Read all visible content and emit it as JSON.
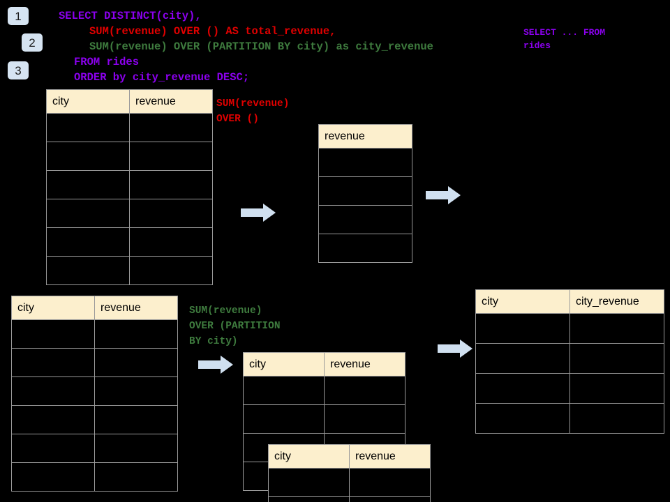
{
  "meta": {
    "background_color": "#000000",
    "header_fill": "#FCEFCD",
    "cell_fill": "#000000",
    "border_color": "#9a9a9a",
    "arrow_color": "#D0E0F0",
    "badge_color": "#D6E4F2",
    "purple": "#8B00EE",
    "red": "#E00000",
    "green": "#3E7B3E"
  },
  "badges": [
    {
      "label": "1"
    },
    {
      "label": "2"
    },
    {
      "label": "3"
    }
  ],
  "query": {
    "line1": "SELECT DISTINCT(city),",
    "line2": "SUM(revenue) OVER () AS total_revenue,",
    "line3": "SUM(revenue) OVER (PARTITION BY city) as city_revenue",
    "line4": "FROM rides",
    "line5": "ORDER by city_revenue DESC;"
  },
  "annotations": {
    "select_from": "SELECT ... FROM\nrides",
    "sum_over_empty": "SUM(revenue)\nOVER ()",
    "sum_over_partition": "SUM(revenue)\nOVER (PARTITION\nBY city)"
  },
  "tables": {
    "source_top": {
      "headers": [
        "city",
        "revenue"
      ],
      "row_count": 6
    },
    "total_revenue": {
      "headers": [
        "revenue"
      ],
      "row_count": 4
    },
    "source_bottom": {
      "headers": [
        "city",
        "revenue"
      ],
      "row_count": 6
    },
    "partition_back": {
      "headers": [
        "city",
        "revenue"
      ],
      "row_count": 4
    },
    "partition_front": {
      "headers": [
        "city",
        "revenue"
      ],
      "row_count": 2
    },
    "result": {
      "headers": [
        "city",
        "city_revenue"
      ],
      "row_count": 4
    }
  },
  "arrows": [
    {
      "name": "arrow-source-to-total"
    },
    {
      "name": "arrow-total-to-result"
    },
    {
      "name": "arrow-source-to-partition"
    },
    {
      "name": "arrow-partition-to-result"
    }
  ]
}
